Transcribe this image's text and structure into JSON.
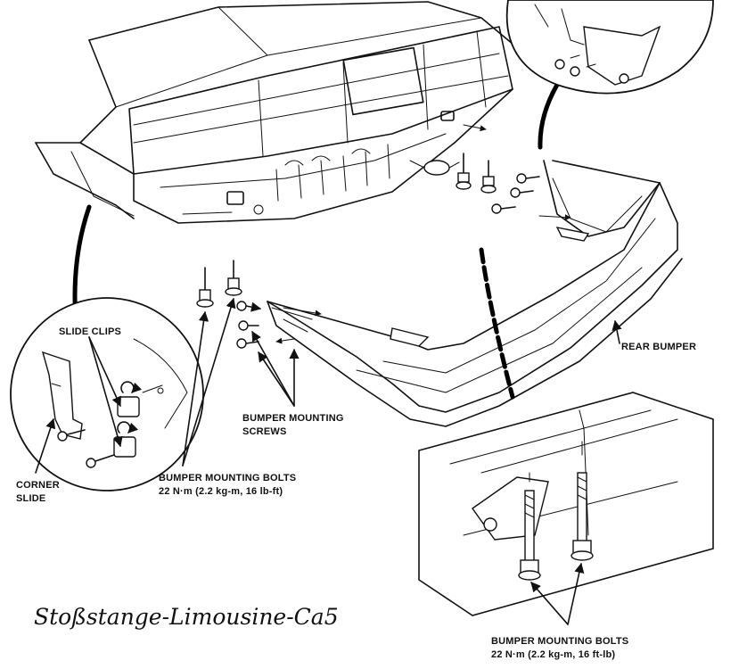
{
  "labels": {
    "slide_clips": "SLIDE CLIPS",
    "rear_bumper": "REAR BUMPER",
    "bumper_mounting_screws_line1": "BUMPER MOUNTING",
    "bumper_mounting_screws_line2": "SCREWS",
    "corner_slide_line1": "CORNER",
    "corner_slide_line2": "SLIDE",
    "bolts_left_line1": "BUMPER MOUNTING BOLTS",
    "bolts_left_line2": "22 N·m (2.2 kg-m, 16 lb-ft)",
    "bolts_right_line1": "BUMPER MOUNTING BOLTS",
    "bolts_right_line2": "22 N·m (2.2 kg-m, 16 ft-lb)"
  },
  "caption": "Stoßstange-Limousine-Ca5"
}
